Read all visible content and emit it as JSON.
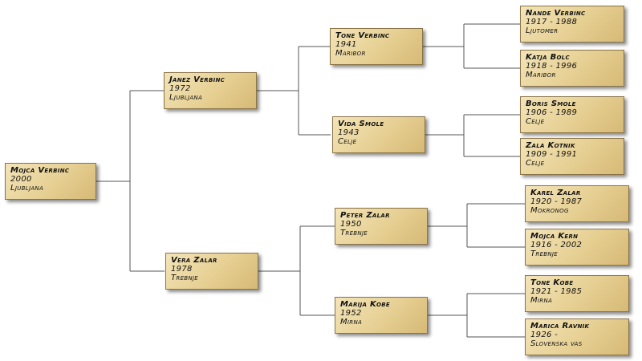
{
  "people": {
    "p1": {
      "name": "Mojca Verbinc",
      "date": "2000",
      "place": "Ljubljana"
    },
    "p2": {
      "name": "Janez Verbinc",
      "date": "1972",
      "place": "Ljubljana"
    },
    "p3": {
      "name": "Vera Zalar",
      "date": "1978",
      "place": "Trebnje"
    },
    "p4": {
      "name": "Tone Verbinc",
      "date": "1941",
      "place": "Maribor"
    },
    "p5": {
      "name": "Vida Smole",
      "date": "1943",
      "place": "Celje"
    },
    "p6": {
      "name": "Peter Zalar",
      "date": "1950",
      "place": "Trebnje"
    },
    "p7": {
      "name": "Marija Kobe",
      "date": "1952",
      "place": "Mirna"
    },
    "p8": {
      "name": "Nande Verbinc",
      "date": "1917 - 1988",
      "place": "Ljutomer"
    },
    "p9": {
      "name": "Katja Bolc",
      "date": "1918 - 1996",
      "place": "Maribor"
    },
    "p10": {
      "name": "Boris Smole",
      "date": "1906 - 1989",
      "place": "Celje"
    },
    "p11": {
      "name": "Zala Kotnik",
      "date": "1909 - 1991",
      "place": "Celje"
    },
    "p12": {
      "name": "Karel Zalar",
      "date": "1920 - 1987",
      "place": "Mokronog"
    },
    "p13": {
      "name": "Mojca Kern",
      "date": "1916 - 2002",
      "place": "Trebnje"
    },
    "p14": {
      "name": "Tone Kobe",
      "date": "1921 - 1985",
      "place": "Mirna"
    },
    "p15": {
      "name": "Marica Ravnik",
      "date": "1926 -",
      "place": "Slovenska vas"
    }
  },
  "colors": {
    "line": "#555555",
    "box_border": "#8a7448",
    "box_fill": "#e6cf92"
  }
}
